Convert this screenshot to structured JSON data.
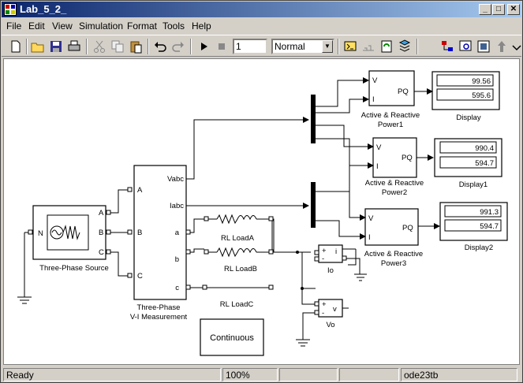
{
  "window": {
    "title": "Lab_5_2_",
    "minimize_label": "_",
    "maximize_label": "□",
    "close_label": "✕"
  },
  "menu": [
    "File",
    "Edit",
    "View",
    "Simulation",
    "Format",
    "Tools",
    "Help"
  ],
  "toolbar": {
    "stop_time": "1",
    "sim_mode": "Normal",
    "icons": [
      "new-icon",
      "open-icon",
      "save-icon",
      "print-icon",
      "cut-icon",
      "copy-icon",
      "paste-icon",
      "undo-icon",
      "redo-icon",
      "play-icon",
      "stop-icon",
      "build-icon",
      "update-icon",
      "refresh-icon",
      "library-icon",
      "model-explorer-icon",
      "debugger-icon",
      "zoom-icon",
      "arrow-up-icon",
      "help-icon"
    ]
  },
  "model": {
    "source": {
      "label": "Three-Phase Source",
      "ports": [
        "N",
        "A",
        "B",
        "C"
      ]
    },
    "measurement": {
      "label_line1": "Three-Phase",
      "label_line2": "V-I Measurement",
      "in_ports": [
        "A",
        "B",
        "C"
      ],
      "out_ports": [
        "Vabc",
        "Iabc",
        "a",
        "b",
        "c"
      ]
    },
    "loads": [
      "RL LoadA",
      "RL LoadB",
      "RL LoadC"
    ],
    "powers": [
      {
        "label_line1": "Active & Reactive",
        "label_line2": "Power1",
        "port_v": "V",
        "port_i": "I",
        "port_pq": "PQ"
      },
      {
        "label_line1": "Active & Reactive",
        "label_line2": "Power2",
        "port_v": "V",
        "port_i": "I",
        "port_pq": "PQ"
      },
      {
        "label_line1": "Active & Reactive",
        "label_line2": "Power3",
        "port_v": "V",
        "port_i": "I",
        "port_pq": "PQ"
      }
    ],
    "displays": [
      {
        "label": "Display",
        "values": [
          "99.56",
          "595.6"
        ]
      },
      {
        "label": "Display1",
        "values": [
          "990.4",
          "594.7"
        ]
      },
      {
        "label": "Display2",
        "values": [
          "991.3",
          "594.7"
        ]
      }
    ],
    "current_meas": {
      "label": "Io",
      "port_plus": "+",
      "port_minus": "-",
      "port_i": "i"
    },
    "voltage_meas": {
      "label": "Vo",
      "port_plus": "+",
      "port_minus": "-",
      "port_v": "v"
    },
    "powergui": {
      "label": "Continuous"
    }
  },
  "status": {
    "text": "Ready",
    "zoom": "100%",
    "solver": "ode23tb"
  },
  "colors": {
    "title_start": "#0a246a",
    "title_end": "#a6caf0",
    "chrome": "#d4d0c8"
  }
}
